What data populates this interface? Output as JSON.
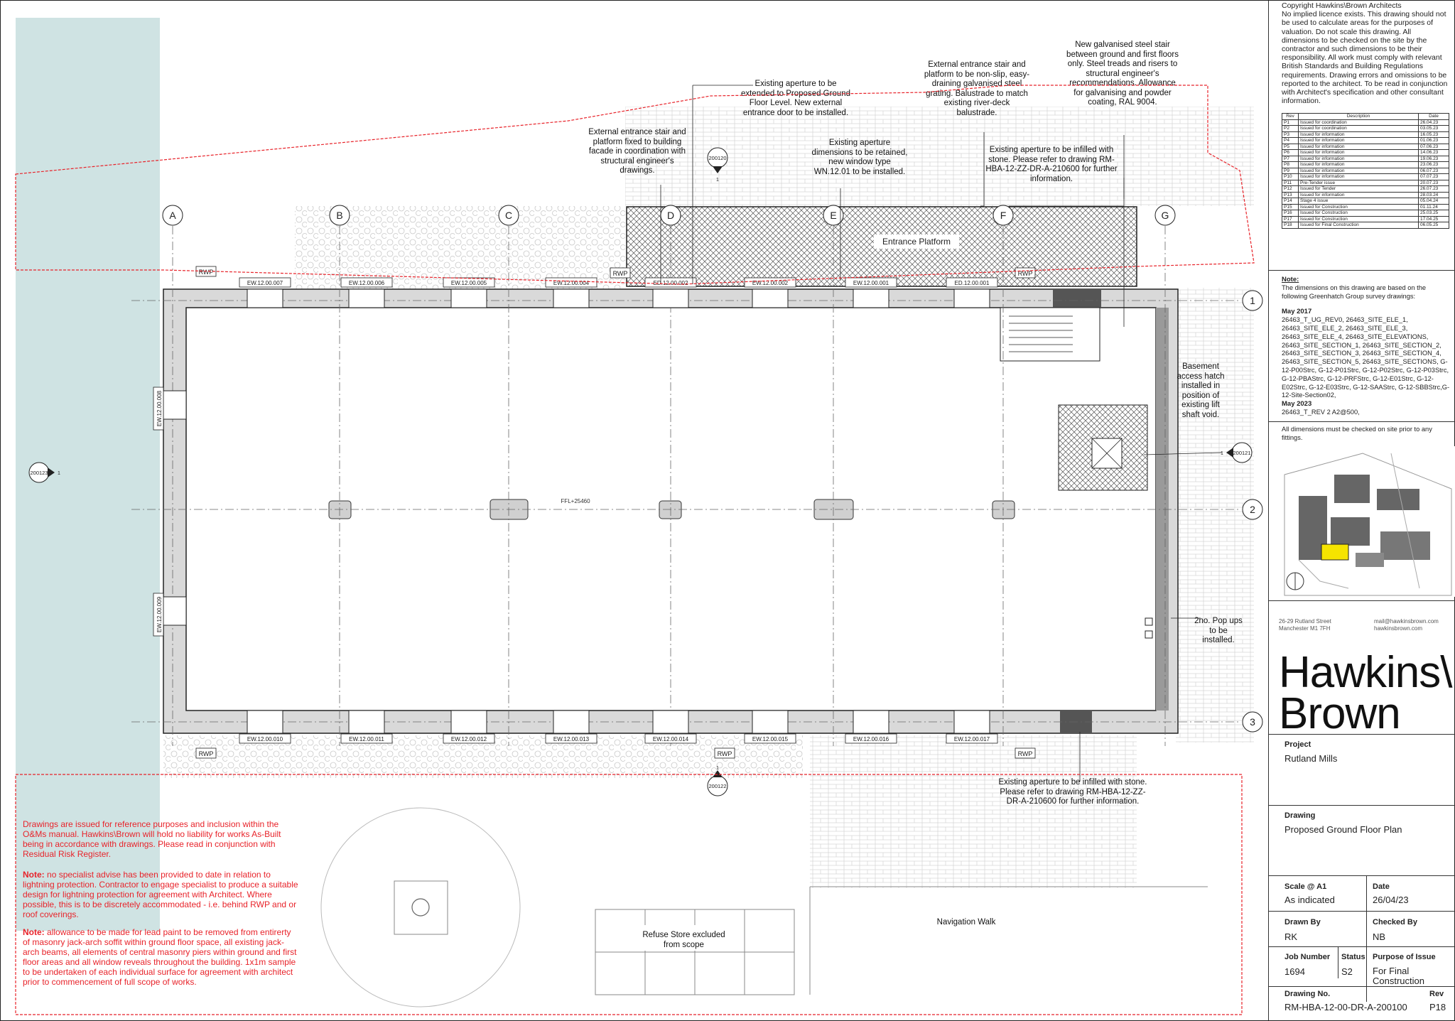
{
  "title_block": {
    "copyright": "Copyright Hawkins\\Brown Architects\nNo implied licence exists. This drawing should not be used to calculate areas for the purposes of valuation. Do not scale this drawing. All dimensions to be checked on the site by the contractor and such dimensions to be their responsibility. All work must comply with relevant British Standards and Building Regulations requirements. Drawing errors and omissions to be reported to the architect. To be read in conjunction with Architect's specification and other consultant information.",
    "revision_headers": [
      "Rev",
      "Description",
      "Date"
    ],
    "revisions": [
      [
        "P1",
        "Issued for coordination",
        "26.04.23"
      ],
      [
        "P2",
        "Issued for coordination",
        "03.05.23"
      ],
      [
        "P3",
        "Issued for information",
        "16.05.23"
      ],
      [
        "P4",
        "Issued for information",
        "01.06.23"
      ],
      [
        "P5",
        "Issued for information",
        "07.06.23"
      ],
      [
        "P6",
        "Issued for information",
        "14.06.23"
      ],
      [
        "P7",
        "Issued for information",
        "19.06.23"
      ],
      [
        "P8",
        "Issued for information",
        "23.06.23"
      ],
      [
        "P9",
        "Issued for information",
        "06.07.23"
      ],
      [
        "P10",
        "Issued for information",
        "07.07.23"
      ],
      [
        "P11",
        "Pre-Tender issue",
        "20.07.23"
      ],
      [
        "P12",
        "Issued for Tender",
        "26.07.23"
      ],
      [
        "P13",
        "Issued for information",
        "28.03.24"
      ],
      [
        "P14",
        "Stage 4 issue",
        "05.04.24"
      ],
      [
        "P15",
        "Issued for Construction",
        "01.11.24"
      ],
      [
        "P16",
        "Issued for Construction",
        "25.03.25"
      ],
      [
        "P17",
        "Issued for Construction",
        "17.04.25"
      ],
      [
        "P18",
        "Issued for Final Construction",
        "06.05.25"
      ]
    ],
    "note_heading": "Note:",
    "note_text": "The dimensions on this drawing are based on the following Greenhatch Group survey drawings:",
    "survey_heading_1": "May 2017",
    "survey_list_1": "26463_T_UG_REV0, 26463_SITE_ELE_1, 26463_SITE_ELE_2, 26463_SITE_ELE_3, 26463_SITE_ELE_4, 26463_SITE_ELEVATIONS, 26463_SITE_SECTION_1, 26463_SITE_SECTION_2, 26463_SITE_SECTION_3, 26463_SITE_SECTION_4, 26463_SITE_SECTION_5, 26463_SITE_SECTIONS, G-12-P00Strc, G-12-P01Strc, G-12-P02Strc, G-12-P03Strc, G-12-PBAStrc, G-12-PRFStrc, G-12-E01Strc, G-12-E02Strc, G-12-E03Strc, G-12-SAAStrc, G-12-SBBStrc,G-12-Site-Section02,",
    "survey_heading_2": "May 2023",
    "survey_list_2": "26463_T_REV 2  A2@500,",
    "check_note": "All dimensions must be checked on site prior to any fittings.",
    "address_left": "26-29 Rutland Street\nManchester M1 7FH",
    "address_right": "mail@hawkinsbrown.com\nhawkinsbrown.com",
    "logo_line1": "Hawkins\\",
    "logo_line2": "Brown",
    "project_label": "Project",
    "project": "Rutland Mills",
    "drawing_label": "Drawing",
    "drawing": "Proposed Ground Floor Plan",
    "scale_label": "Scale @ A1",
    "scale": "As indicated",
    "date_label": "Date",
    "date": "26/04/23",
    "drawn_by_label": "Drawn By",
    "drawn_by": "RK",
    "checked_by_label": "Checked By",
    "checked_by": "NB",
    "job_number_label": "Job  Number",
    "job_number": "1694",
    "status_label": "Status",
    "status": "S2",
    "purpose_label": "Purpose of Issue",
    "purpose": "For Final Construction",
    "drawing_no_label": "Drawing No.",
    "drawing_no": "RM-HBA-12-00-DR-A-200100",
    "rev_label": "Rev",
    "rev": "P18"
  },
  "grid": {
    "columns": [
      "A",
      "B",
      "C",
      "D",
      "E",
      "F",
      "G"
    ],
    "rows": [
      "1",
      "2",
      "3"
    ]
  },
  "windows_top": [
    "EW.12.00.007",
    "EW.12.00.006",
    "EW.12.00.005",
    "EW.12.00.004",
    "ED.12.00.002",
    "EW.12.00.002",
    "EW.12.00.001",
    "ED.12.00.001"
  ],
  "windows_bottom": [
    "EW.12.00.010",
    "EW.12.00.011",
    "EW.12.00.012",
    "EW.12.00.013",
    "EW.12.00.014",
    "EW.12.00.015",
    "EW.12.00.016",
    "EW.12.00.017"
  ],
  "windows_left": [
    "EW.12.00.008",
    "EW.12.00.009"
  ],
  "rwp": "RWP",
  "ffl": "FFL+25460",
  "entrance_platform": "Entrance Platform",
  "section_markers": {
    "top": "200120",
    "bottom": "200122",
    "left": "200123",
    "right": "200121",
    "number": "1"
  },
  "annotations": {
    "ext_stair_fixed": "External entrance stair and platform fixed to building facade in coordination with structural engineer's drawings.",
    "aperture_extended": "Existing aperture to be extended to Proposed Ground Floor Level. New external entrance door to be installed.",
    "aperture_retained": "Existing aperture dimensions to be retained, new window type WN.12.01 to be installed.",
    "ext_stair_nonslip": "External entrance stair and platform to be non-slip, easy-draining galvanised steel grating. Balustrade to match existing river-deck balustrade.",
    "new_steel_stair": "New galvanised steel stair between ground and first floors only. Steel treads and risers to structural engineer's recommendations. Allowance for galvanising and powder coating, RAL 9004.",
    "infill_top": "Existing aperture to be infilled with stone. Please refer to drawing RM-HBA-12-ZZ-DR-A-210600 for further information.",
    "basement_hatch": "Basement access hatch installed in position of existing lift shaft void.",
    "pop_ups": "2no. Pop ups to be installed.",
    "infill_bottom": "Existing aperture to be infilled with stone. Please refer to drawing RM-HBA-12-ZZ-DR-A-210600 for further information.",
    "refuse_store": "Refuse Store excluded from scope",
    "navigation_walk": "Navigation Walk"
  },
  "red_notes": {
    "disclaimer": "Drawings are issued for reference purposes and inclusion within the O&Ms manual. Hawkins\\Brown will hold no liability for works As-Built being in accordance with drawings. Please read in conjunction with Residual Risk Register.",
    "note_label": "Note:",
    "lightning": "no specialist advise has been provided to date in relation to lightning protection. Contractor to engage specialist to produce a suitable design for lightning protection for agreement with Architect. Where possible, this is to be discretely accommodated - i.e. behind RWP and or roof coverings.",
    "lead_paint": "allowance to be made for lead paint to be removed from entirerty of masonry jack-arch soffit within ground floor space, all existing jack-arch beams, all elements of central masonry piers within ground and first floor areas and all window reveals throughout the building. 1x1m sample to be undertaken of each individual surface for agreement with architect prior to commencement of full scope of works."
  },
  "colors": {
    "revision_cloud": "#e8232a",
    "canal": "#cfe3e3",
    "key_plan_highlight": "#f5e400",
    "wall": "#d9d9d9",
    "line": "#222222"
  }
}
